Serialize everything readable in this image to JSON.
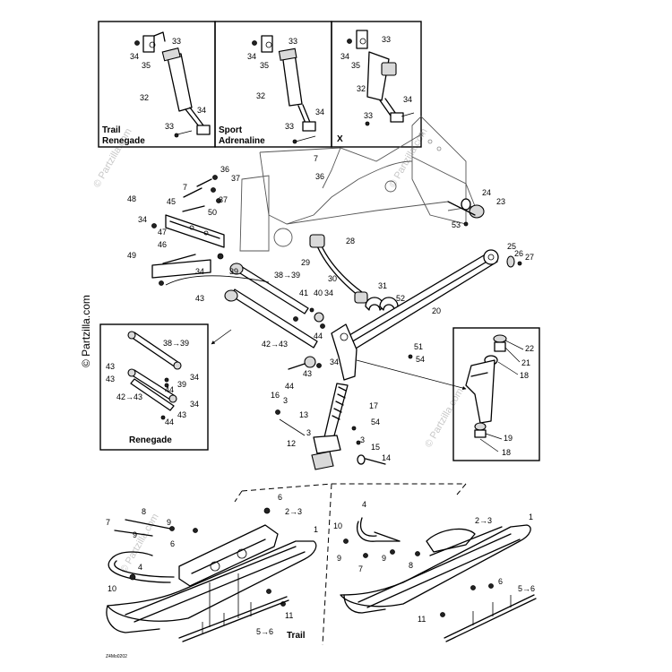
{
  "insets": {
    "trail_renegade": {
      "caption_line1": "Trail",
      "caption_line2": "Renegade",
      "labels": [
        "33",
        "34",
        "35",
        "32",
        "34",
        "33"
      ]
    },
    "sport_adrenaline": {
      "caption_line1": "Sport",
      "caption_line2": "Adrenaline",
      "labels": [
        "33",
        "34",
        "35",
        "32",
        "33",
        "34"
      ]
    },
    "x": {
      "caption": "X",
      "labels": [
        "33",
        "34",
        "35",
        "32",
        "34",
        "33"
      ]
    }
  },
  "renegade_box": {
    "caption": "Renegade",
    "labels": [
      "38→39",
      "43",
      "34",
      "39",
      "43",
      "44",
      "42→43",
      "34",
      "43",
      "44"
    ]
  },
  "detail_box": {
    "labels": [
      "22",
      "21",
      "18",
      "19",
      "18"
    ]
  },
  "callouts": [
    {
      "text": "7"
    },
    {
      "text": "36"
    },
    {
      "text": "36"
    },
    {
      "text": "37"
    },
    {
      "text": "7"
    },
    {
      "text": "37"
    },
    {
      "text": "48"
    },
    {
      "text": "45"
    },
    {
      "text": "34"
    },
    {
      "text": "50"
    },
    {
      "text": "47"
    },
    {
      "text": "46"
    },
    {
      "text": "49"
    },
    {
      "text": "39"
    },
    {
      "text": "34"
    },
    {
      "text": "28"
    },
    {
      "text": "29"
    },
    {
      "text": "38→39"
    },
    {
      "text": "30"
    },
    {
      "text": "31"
    },
    {
      "text": "41"
    },
    {
      "text": "40"
    },
    {
      "text": "34"
    },
    {
      "text": "52"
    },
    {
      "text": "43"
    },
    {
      "text": "20"
    },
    {
      "text": "44"
    },
    {
      "text": "42→43"
    },
    {
      "text": "51"
    },
    {
      "text": "54"
    },
    {
      "text": "34"
    },
    {
      "text": "44"
    },
    {
      "text": "43"
    },
    {
      "text": "24"
    },
    {
      "text": "23"
    },
    {
      "text": "53"
    },
    {
      "text": "25"
    },
    {
      "text": "26"
    },
    {
      "text": "27"
    },
    {
      "text": "16"
    },
    {
      "text": "3"
    },
    {
      "text": "13"
    },
    {
      "text": "17"
    },
    {
      "text": "54"
    },
    {
      "text": "12"
    },
    {
      "text": "3"
    },
    {
      "text": "15"
    },
    {
      "text": "14"
    },
    {
      "text": "3"
    }
  ],
  "trail_ski": {
    "caption": "Trail",
    "labels": [
      "8",
      "9",
      "7",
      "9",
      "6",
      "6",
      "2→3",
      "1",
      "10",
      "4",
      "11",
      "5→6"
    ]
  },
  "other_ski": {
    "labels": [
      "10",
      "9",
      "4",
      "7",
      "9",
      "8",
      "2→3",
      "1",
      "6",
      "5→6",
      "11"
    ]
  },
  "watermark": {
    "side_text": "© Partzilla.com",
    "faint_text": "© Partzilla.com"
  },
  "drawing_code": "Z4Mo0202"
}
